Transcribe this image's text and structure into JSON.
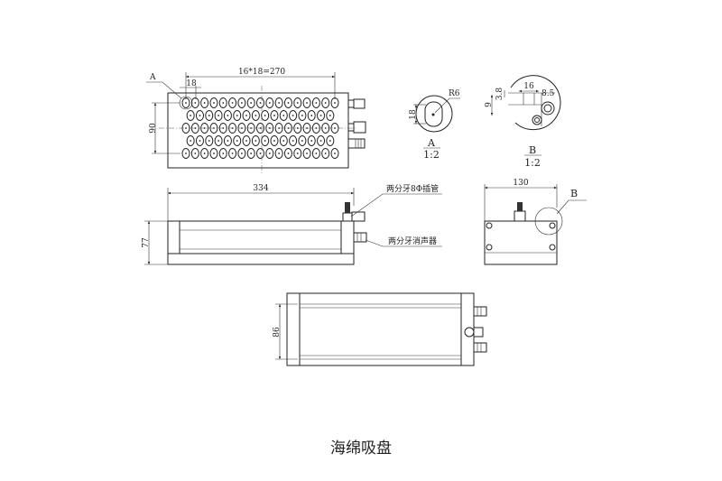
{
  "top_view": {
    "label_a": "A",
    "dim_pitch_total": "16*18=270",
    "dim_pitch": "18",
    "dim_height": "90",
    "hole_rows": [
      17,
      16,
      17,
      16,
      17
    ]
  },
  "detail_a": {
    "radius": "R6",
    "dim": "18",
    "label": "A",
    "scale": "1:2"
  },
  "detail_b": {
    "dim_16": "16",
    "dim_8_5": "8.5",
    "dim_3_8": "3.8",
    "dim_9": "9",
    "label": "B",
    "scale": "1:2"
  },
  "front_view": {
    "dim_length": "334",
    "dim_height": "77",
    "callout_fitting": "两分牙8Φ插管",
    "callout_silencer": "两分牙消声器"
  },
  "side_view": {
    "dim_width": "130",
    "label_b": "B"
  },
  "bottom_view": {
    "dim_height": "86"
  },
  "caption": "海绵吸盘"
}
